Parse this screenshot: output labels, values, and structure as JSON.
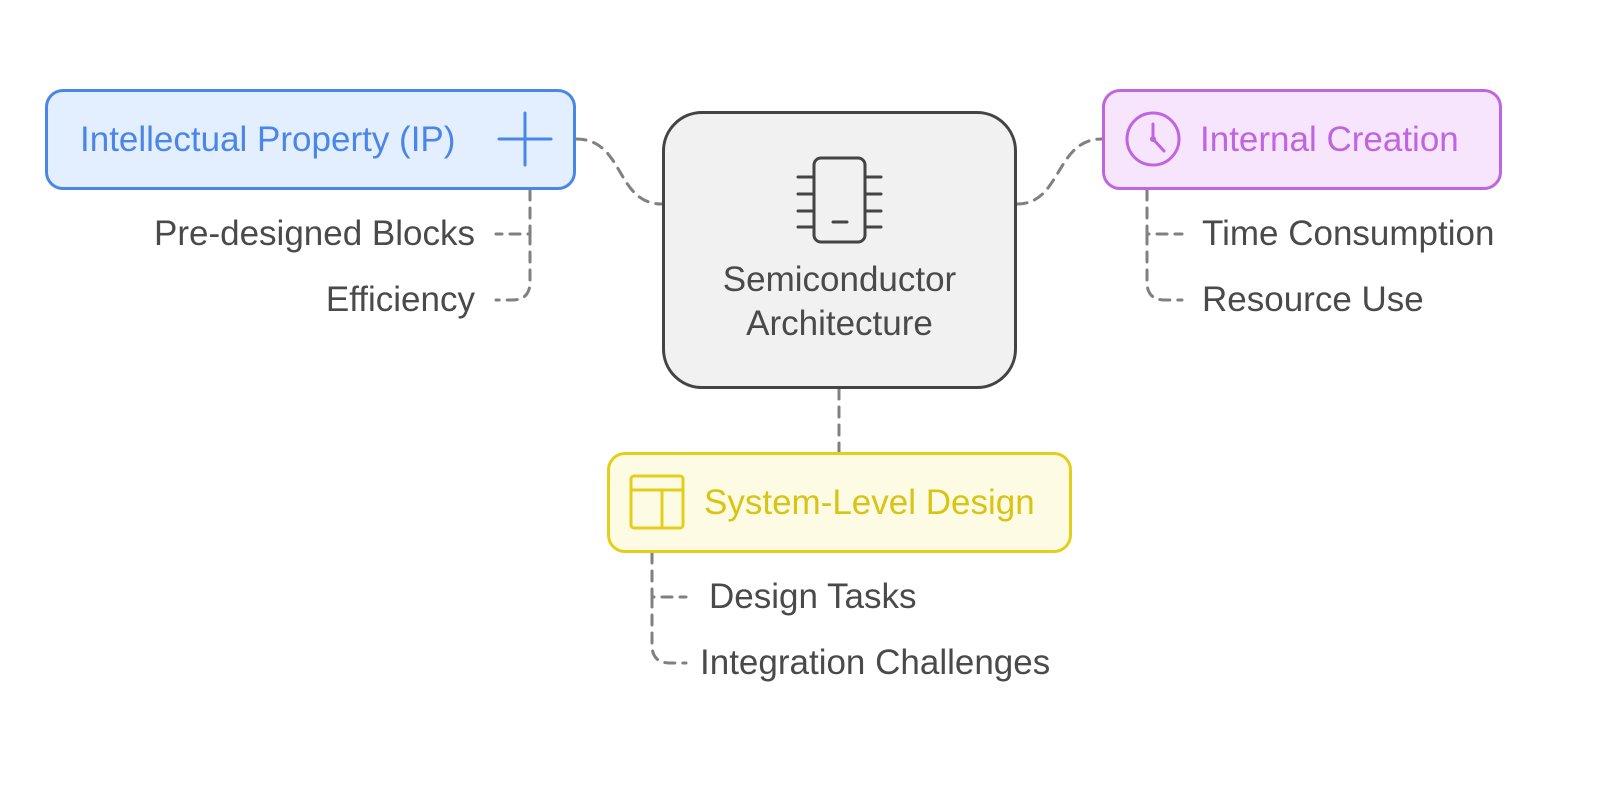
{
  "central": {
    "line1": "Semiconductor",
    "line2": "Architecture",
    "icon": "chip-icon"
  },
  "nodes": {
    "ip": {
      "label": "Intellectual Property (IP)",
      "icon": "plus-icon",
      "color": "#4a86e8",
      "fill": "#e3eeff",
      "leaves": [
        "Pre-designed Blocks",
        "Efficiency"
      ]
    },
    "internal": {
      "label": "Internal Creation",
      "icon": "clock-icon",
      "color": "#c065e0",
      "fill": "#f7e5fd",
      "leaves": [
        "Time Consumption",
        "Resource Use"
      ]
    },
    "system": {
      "label": "System-Level Design",
      "icon": "layout-icon",
      "color": "#e3cf1b",
      "fill": "#fdfbe3",
      "leaves": [
        "Design Tasks",
        "Integration Challenges"
      ]
    }
  },
  "connector_color": "#808080"
}
